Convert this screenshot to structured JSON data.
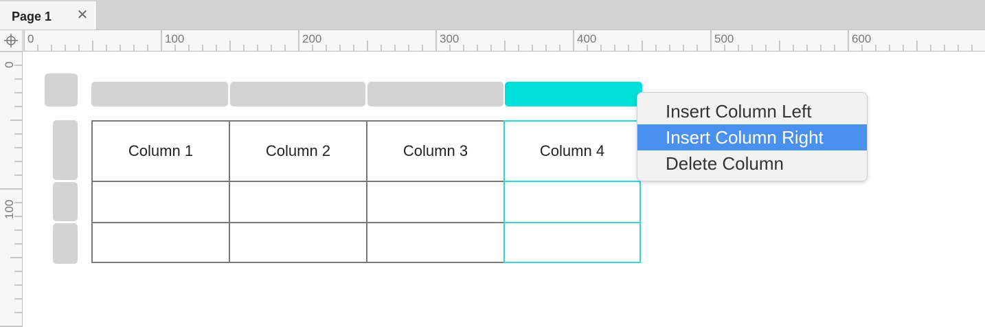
{
  "tabs": [
    {
      "label": "Page 1",
      "close_icon": "close-icon"
    }
  ],
  "ruler": {
    "horizontal_labels": [
      "0",
      "100",
      "200",
      "300",
      "400",
      "500",
      "600"
    ],
    "vertical_labels": [
      "0",
      "100"
    ],
    "corner_icon": "crosshair-icon"
  },
  "table": {
    "headers": [
      "Column 1",
      "Column 2",
      "Column 3",
      "Column 4"
    ],
    "rows": [
      [
        "",
        "",
        "",
        ""
      ],
      [
        "",
        "",
        "",
        ""
      ]
    ],
    "selected_column": 4
  },
  "context_menu": {
    "items": [
      "Insert Column Left",
      "Insert Column Right",
      "Delete Column"
    ],
    "highlighted": "Insert Column Right"
  },
  "colors": {
    "selection": "#00e0d8",
    "menu_highlight": "#4a90ee",
    "handle": "#d3d3d3"
  }
}
